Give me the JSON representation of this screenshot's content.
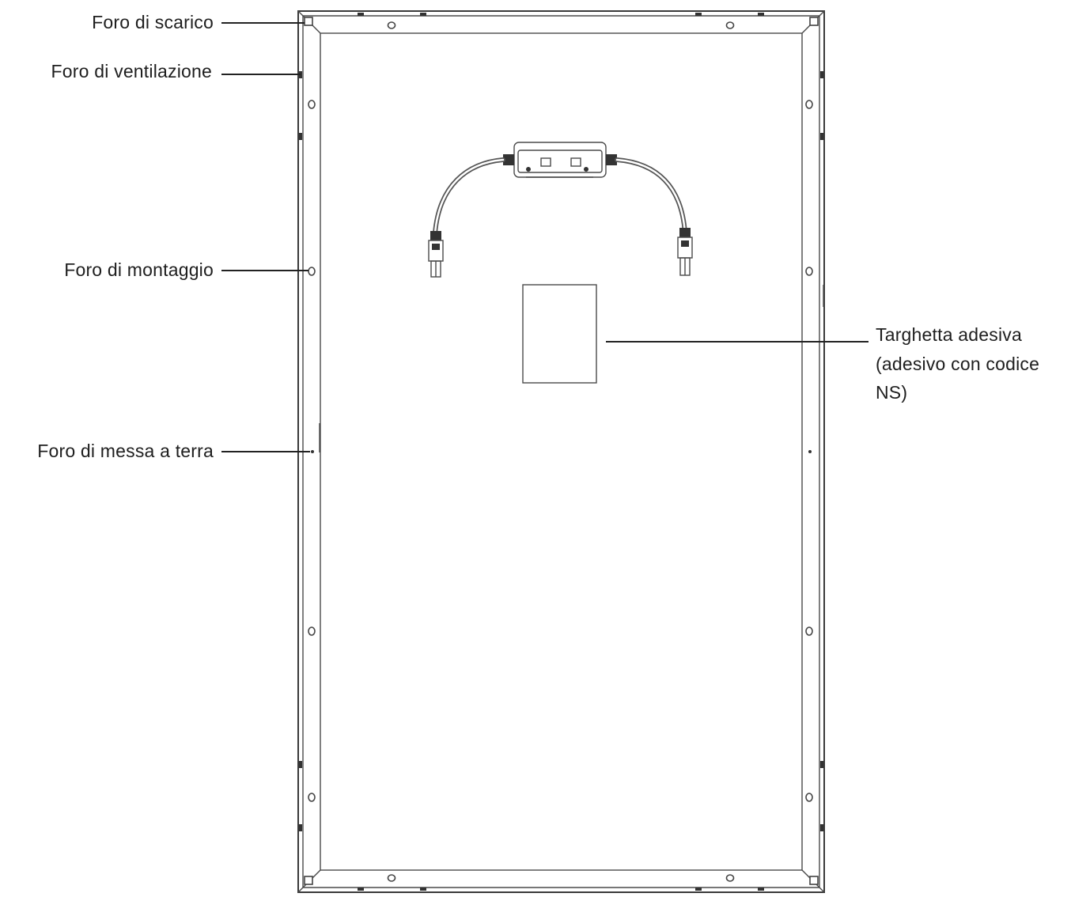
{
  "labels": {
    "drain_hole": "Foro di scarico",
    "vent_hole": "Foro di ventilazione",
    "mounting_hole": "Foro di montaggio",
    "ground_hole": "Foro di messa a terra",
    "label_sticker_line1": "Targhetta adesiva",
    "label_sticker_line2": "(adesivo con codice",
    "label_sticker_line3": "NS)"
  },
  "colors": {
    "line": "#3a3a3a",
    "text": "#1e1e1e",
    "background": "#ffffff"
  }
}
